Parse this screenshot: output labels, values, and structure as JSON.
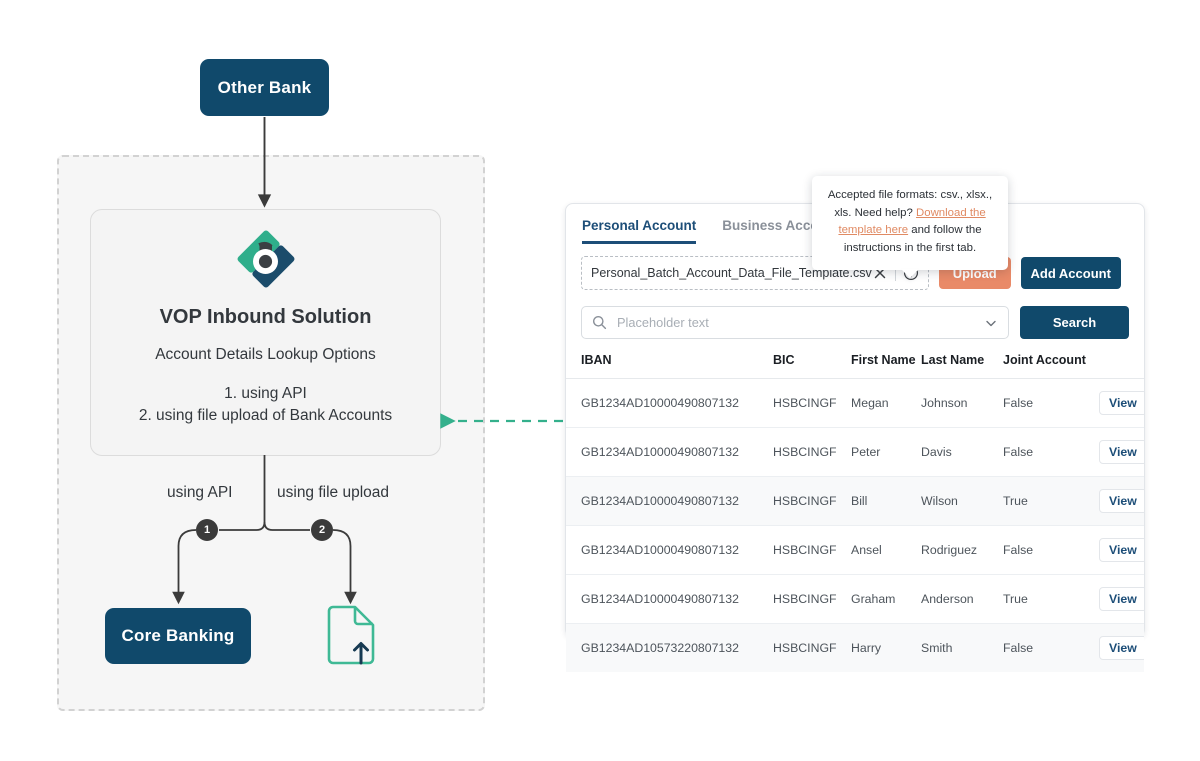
{
  "diagram": {
    "other_bank_label": "Other Bank",
    "core_banking_label": "Core Banking",
    "vop": {
      "title": "VOP Inbound Solution",
      "subtitle": "Account Details Lookup Options",
      "option_1": "1. using API",
      "option_2": "2. using file upload of Bank Accounts"
    },
    "edge_label_api": "using API",
    "edge_label_upload": "using file upload",
    "badge_1": "1",
    "badge_2": "2",
    "colors": {
      "node_navy": "#10496B",
      "teal": "#34B08C",
      "dashed_region": "#d2d2d2",
      "connector_green": "#34B08C"
    }
  },
  "app": {
    "tabs": [
      {
        "label": "Personal Account",
        "active": true
      },
      {
        "label": "Business Account",
        "active": false
      }
    ],
    "upload": {
      "file_name": "Personal_Batch_Account_Data_File_Template.csv",
      "clear_icon": "close-icon",
      "help_icon": "question-circle-icon",
      "upload_label": "Upload",
      "add_account_label": "Add Account"
    },
    "tooltip": {
      "line1": "Accepted file formats: csv., xlsx., xls.",
      "line2_pre": "Need help? ",
      "link": "Download the template here",
      "line2_post": " and follow the instructions in the first tab."
    },
    "search": {
      "placeholder": "Placeholder text",
      "value": "",
      "search_icon": "search-icon",
      "caret_icon": "chevron-down-icon",
      "search_label": "Search"
    },
    "table": {
      "columns": [
        "IBAN",
        "BIC",
        "First Name",
        "Last Name",
        "Joint Account",
        ""
      ],
      "action_label": "View",
      "rows": [
        {
          "iban": "GB1234AD10000490807132",
          "bic": "HSBCINGF",
          "first": "Megan",
          "last": "Johnson",
          "joint": "False"
        },
        {
          "iban": "GB1234AD10000490807132",
          "bic": "HSBCINGF",
          "first": "Peter",
          "last": "Davis",
          "joint": "False"
        },
        {
          "iban": "GB1234AD10000490807132",
          "bic": "HSBCINGF",
          "first": "Bill",
          "last": "Wilson",
          "joint": "True"
        },
        {
          "iban": "GB1234AD10000490807132",
          "bic": "HSBCINGF",
          "first": "Ansel",
          "last": "Rodriguez",
          "joint": "False"
        },
        {
          "iban": "GB1234AD10000490807132",
          "bic": "HSBCINGF",
          "first": "Graham",
          "last": "Anderson",
          "joint": "True"
        },
        {
          "iban": "GB1234AD10573220807132",
          "bic": "HSBCINGF",
          "first": "Harry",
          "last": "Smith",
          "joint": "False"
        }
      ]
    },
    "colors": {
      "primary_navy": "#10496B",
      "upload_coral": "#E98A68",
      "link_coral": "#E08A63",
      "tab_active": "#1d4e78"
    }
  }
}
